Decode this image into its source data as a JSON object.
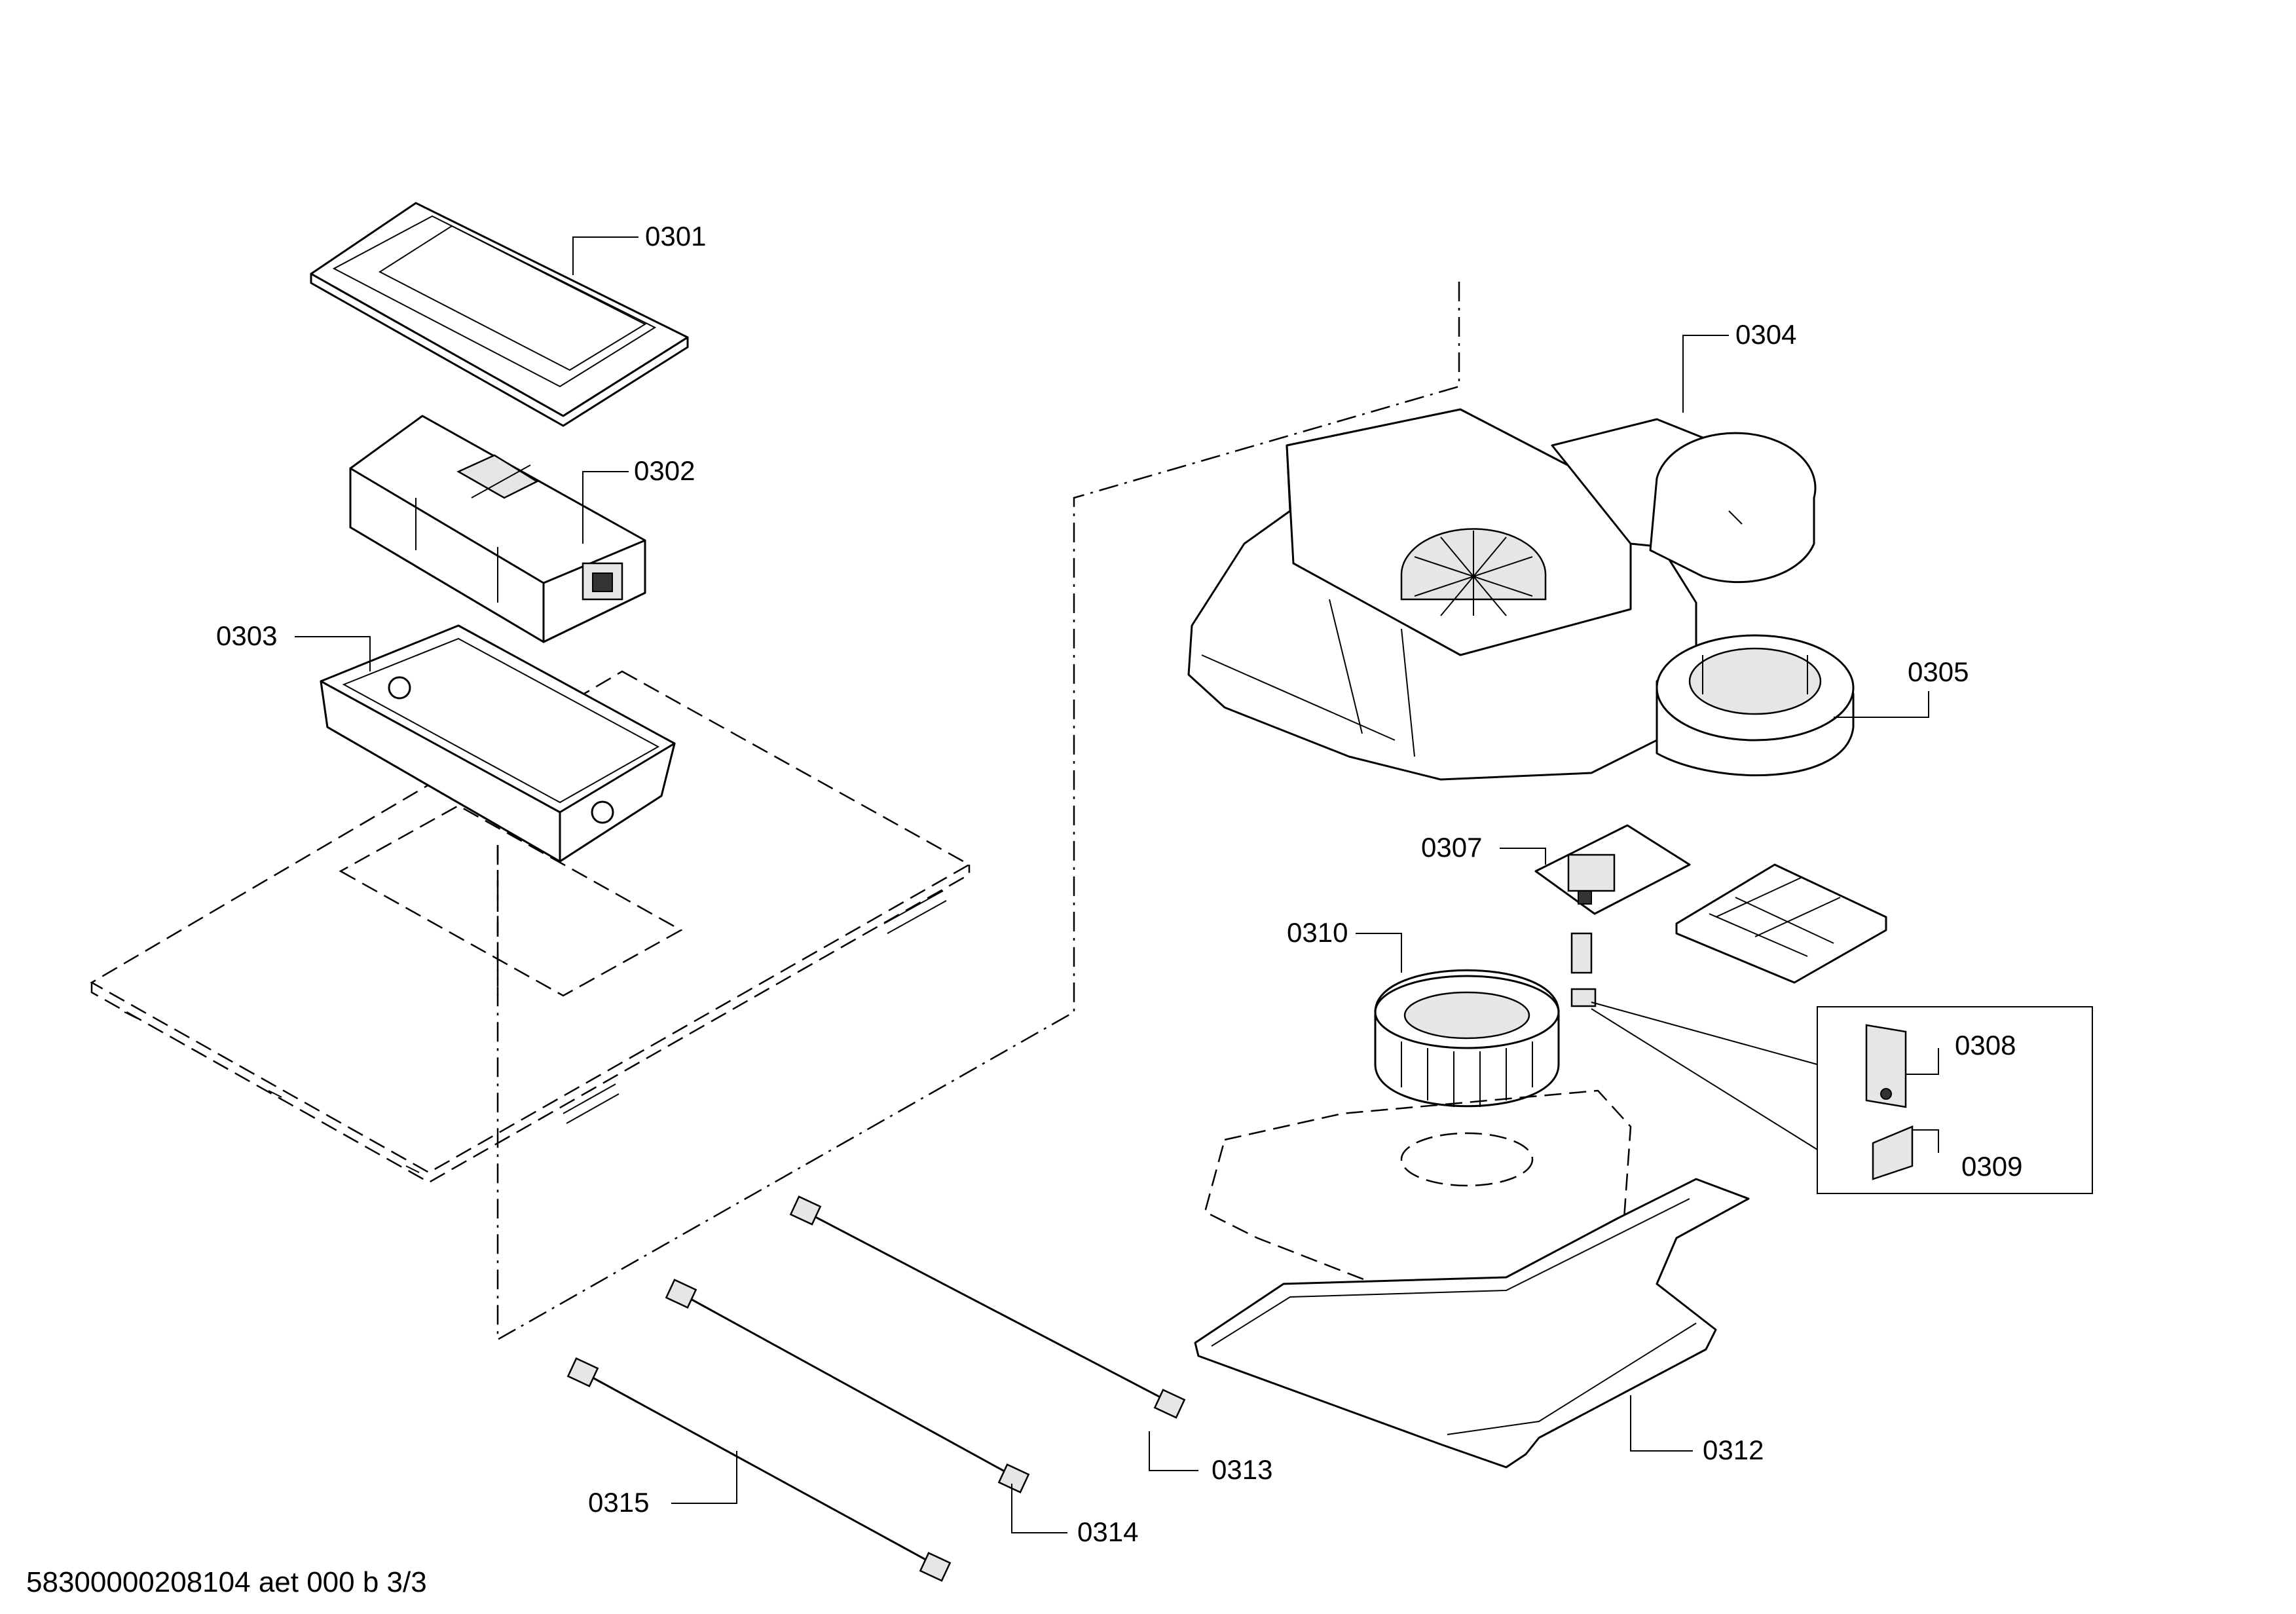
{
  "labels": {
    "p0301": "0301",
    "p0302": "0302",
    "p0303": "0303",
    "p0304": "0304",
    "p0305": "0305",
    "p0307": "0307",
    "p0308": "0308",
    "p0309": "0309",
    "p0310": "0310",
    "p0312": "0312",
    "p0313": "0313",
    "p0314": "0314",
    "p0315": "0315"
  },
  "footer": "58300000208104 aet 000 b 3/3"
}
